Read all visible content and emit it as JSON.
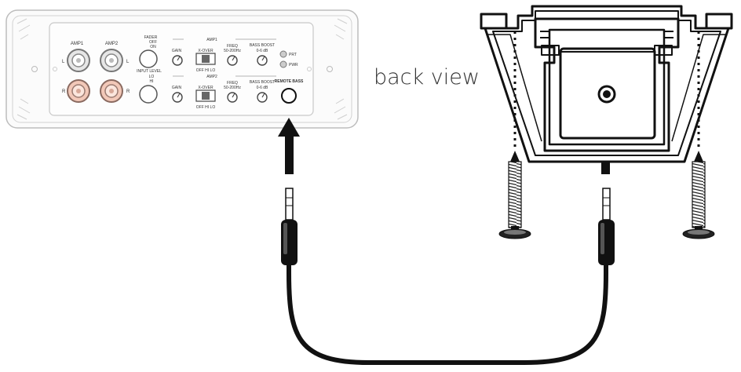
{
  "caption": "back view",
  "amplifier": {
    "channel_labels": [
      "AMP1",
      "AMP2"
    ],
    "side_labels": {
      "left": "L",
      "right": "R"
    },
    "fader": {
      "title": "FADER",
      "off": "OFF",
      "on": "ON"
    },
    "input_level": {
      "title": "INPUT LEVEL",
      "lo": "LO",
      "hi": "HI"
    },
    "section_labels": {
      "amp1": "AMP1",
      "amp2": "AMP2"
    },
    "control_labels": {
      "gain": "GAIN",
      "xover": "X-OVER",
      "xover_modes": "OFF HI LO",
      "freq": "FREQ",
      "freq_range": "50-200Hz",
      "bass_boost": "BASS BOOST",
      "boost_range": "0-6 dB",
      "prt": "PRT",
      "pwr": "PWR",
      "remote_bass": "REMOTE BASS"
    }
  },
  "icons": [
    "amplifier-panel-icon",
    "remote-knob-bracket-icon",
    "screw-icon",
    "audio-cable-icon",
    "arrow-up-icon",
    "rca-jack-icon"
  ]
}
